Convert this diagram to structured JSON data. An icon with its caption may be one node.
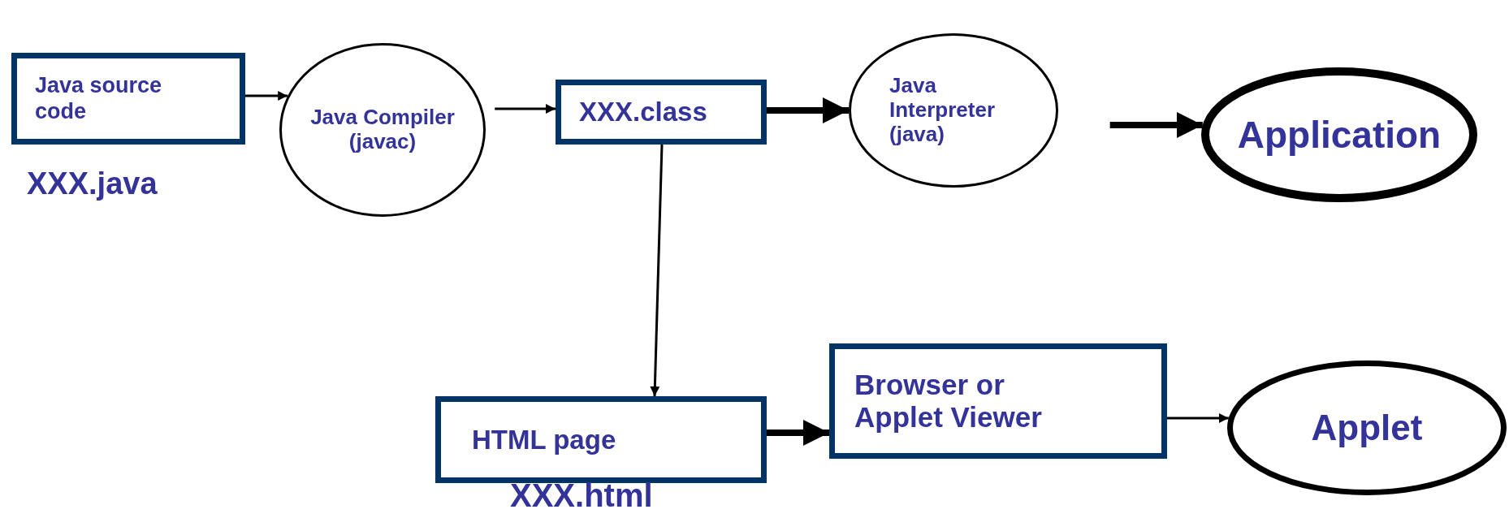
{
  "diagram": {
    "nodes": [
      {
        "text": [
          "Java source code"
        ],
        "beside": [
          "XXX.java"
        ]
      },
      {
        "text": [
          "Java Compiler (javac)"
        ]
      },
      {
        "text": [
          "XXX.class"
        ]
      },
      {
        "text": [
          "Java Interpreter (java)"
        ]
      },
      {
        "text": [
          "Application"
        ]
      },
      {
        "text": [
          "HTML page"
        ],
        "beside": [
          "XXX.html"
        ]
      },
      {
        "text": [
          "Browser or Applet Viewer"
        ]
      },
      {
        "text": [
          "Applet"
        ]
      }
    ],
    "edges": [
      {
        "from": 0,
        "to": 1,
        "arrow": "to"
      },
      {
        "from": 1,
        "to": 2,
        "arrow": "to"
      },
      {
        "from": 2,
        "to": 3,
        "arrow": "to",
        "style": "thick"
      },
      {
        "from": 3,
        "to": 4,
        "arrow": "to",
        "style": "thick"
      },
      {
        "from": 2,
        "to": 5,
        "arrow": "to"
      },
      {
        "from": 5,
        "to": 6,
        "arrow": "to",
        "style": "thick"
      },
      {
        "from": 6,
        "to": 7,
        "arrow": "to"
      }
    ]
  }
}
